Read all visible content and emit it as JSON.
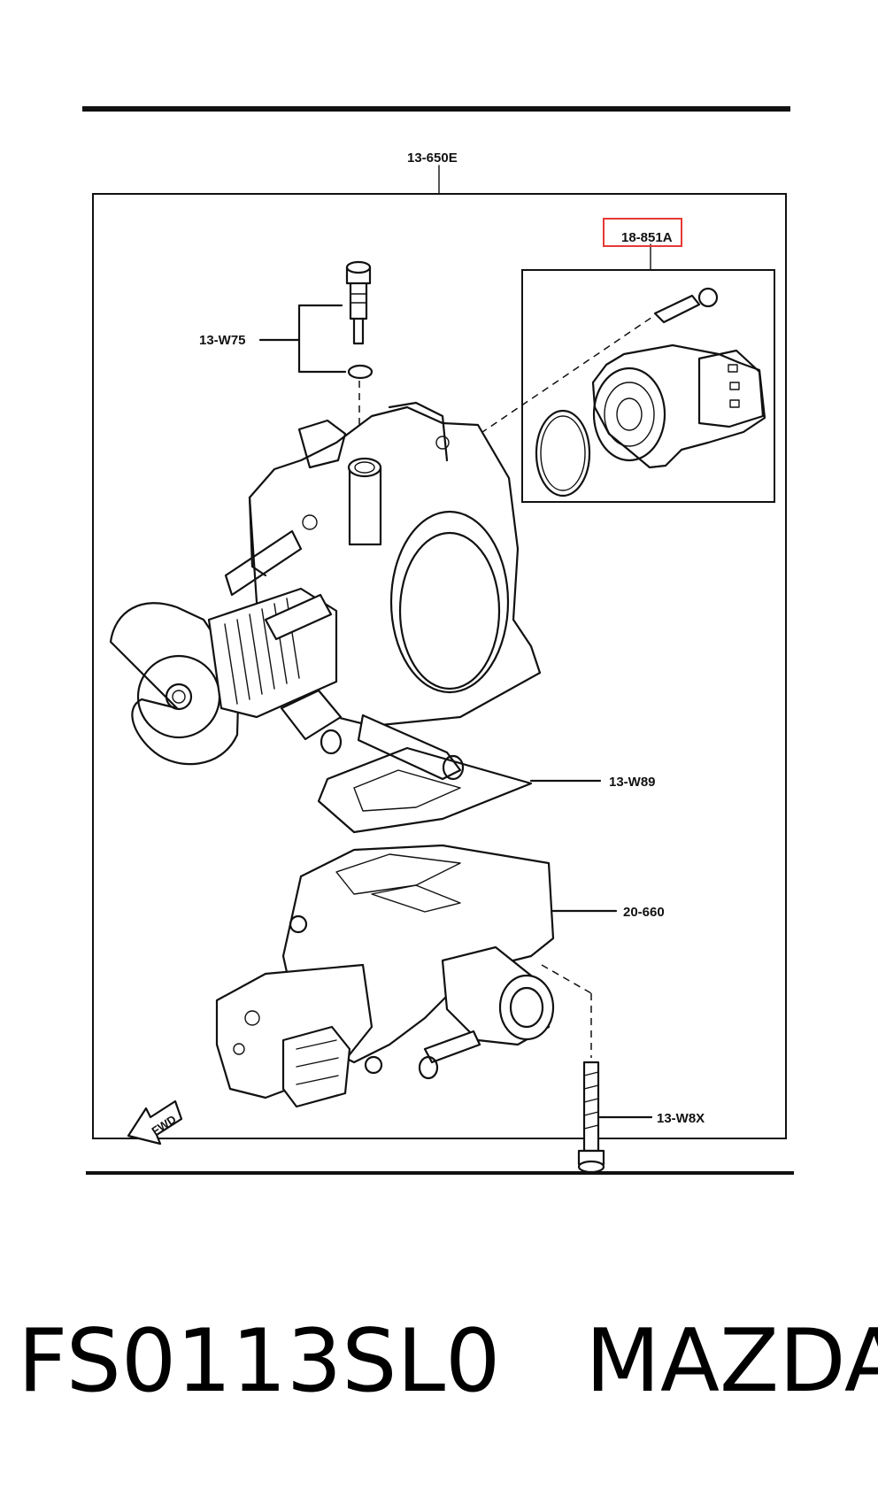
{
  "diagram": {
    "assembly_label": "13-650E",
    "parts": {
      "sensor": "18-851A",
      "screw_top": "13-W75",
      "gasket": "13-W89",
      "valve_body": "20-660",
      "bolt": "13-W8X"
    },
    "direction_marker": "FWD",
    "highlight_color": "#e53935",
    "line_color": "#111111"
  },
  "caption": {
    "part_number": "FS0113SL0",
    "brand": "MAZDA"
  }
}
